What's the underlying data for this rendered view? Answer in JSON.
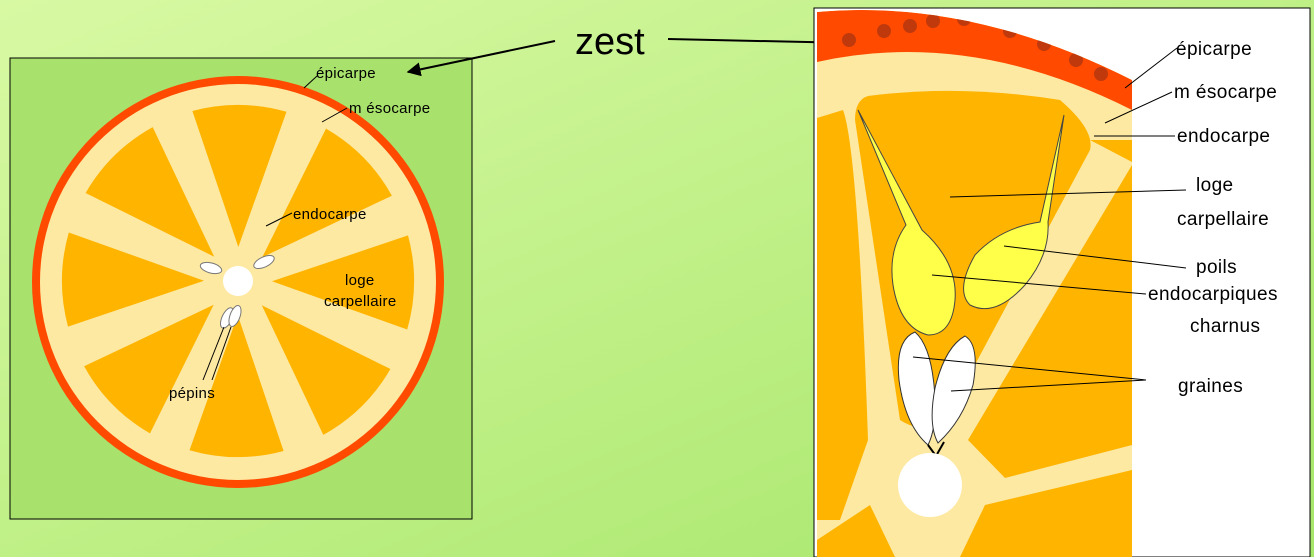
{
  "colors": {
    "background_light": "#d8f9a3",
    "background_dark": "#a6e66a",
    "panel_left_bg": "#a8e26c",
    "panel_right_bg": "#ffffff",
    "epicarpe": "#ff4a00",
    "mesocarpe": "#fde9a2",
    "loge": "#ffb400",
    "loge_dark": "#f49d00",
    "poils": "#ffff4a",
    "graines": "#ffffff",
    "huile_dots": "#c0390d"
  },
  "zest_label": "zest",
  "left_diagram": {
    "labels": {
      "epicarpe": "épicarpe",
      "mesocarpe": "m ésocarpe",
      "endocarpe": "endocarpe",
      "loge_line1": "loge",
      "loge_line2": "carpellaire",
      "pepins": "pépins"
    }
  },
  "right_diagram": {
    "labels": {
      "epicarpe": "épicarpe",
      "mesocarpe": "m ésocarpe",
      "endocarpe": "endocarpe",
      "loge_line1": "loge",
      "loge_line2": "carpellaire",
      "poils_line1": "poils",
      "poils_line2": "endocarpiques",
      "poils_line3": "charnus",
      "graines": "graines"
    }
  }
}
